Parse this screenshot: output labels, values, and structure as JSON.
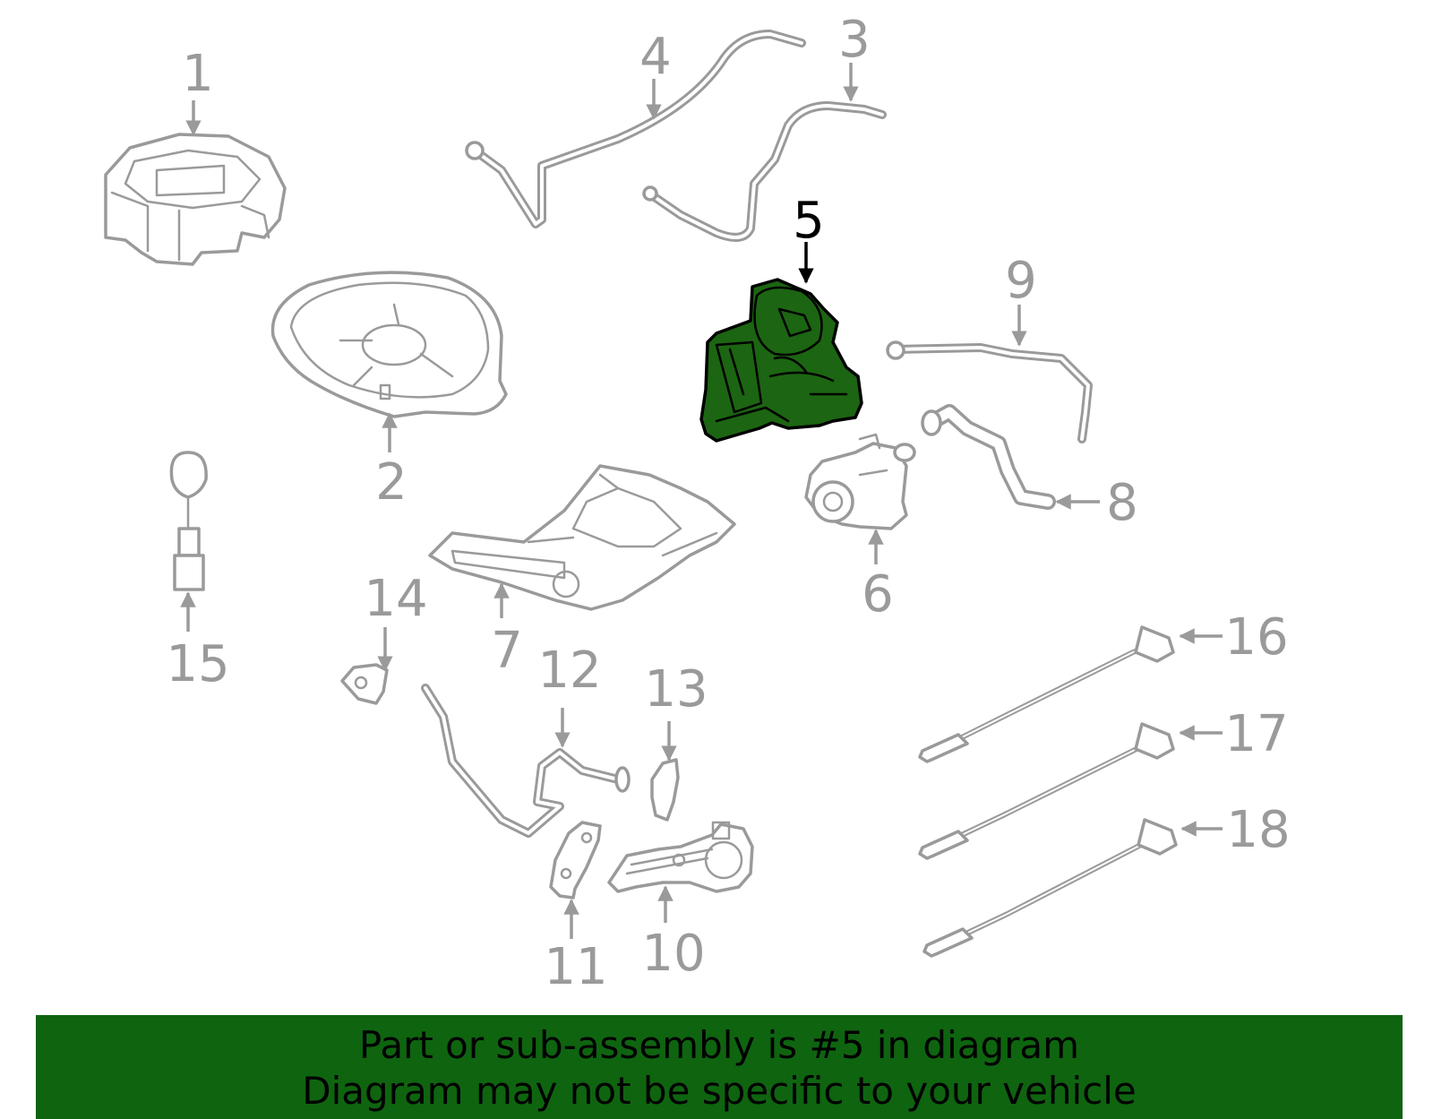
{
  "callouts": [
    {
      "id": "1",
      "label": "1"
    },
    {
      "id": "2",
      "label": "2"
    },
    {
      "id": "3",
      "label": "3"
    },
    {
      "id": "4",
      "label": "4"
    },
    {
      "id": "5",
      "label": "5",
      "highlighted": true
    },
    {
      "id": "6",
      "label": "6"
    },
    {
      "id": "7",
      "label": "7"
    },
    {
      "id": "8",
      "label": "8"
    },
    {
      "id": "9",
      "label": "9"
    },
    {
      "id": "10",
      "label": "10"
    },
    {
      "id": "11",
      "label": "11"
    },
    {
      "id": "12",
      "label": "12"
    },
    {
      "id": "13",
      "label": "13"
    },
    {
      "id": "14",
      "label": "14"
    },
    {
      "id": "15",
      "label": "15"
    },
    {
      "id": "16",
      "label": "16"
    },
    {
      "id": "17",
      "label": "17"
    },
    {
      "id": "18",
      "label": "18"
    }
  ],
  "banner": {
    "line1": "Part or sub-assembly is #5 in diagram",
    "line2": "Diagram may not be specific to your vehicle"
  },
  "colors": {
    "highlight_fill": "#1c6512",
    "banner_bg": "#0f6410",
    "part_stroke": "#9a9a9a"
  }
}
